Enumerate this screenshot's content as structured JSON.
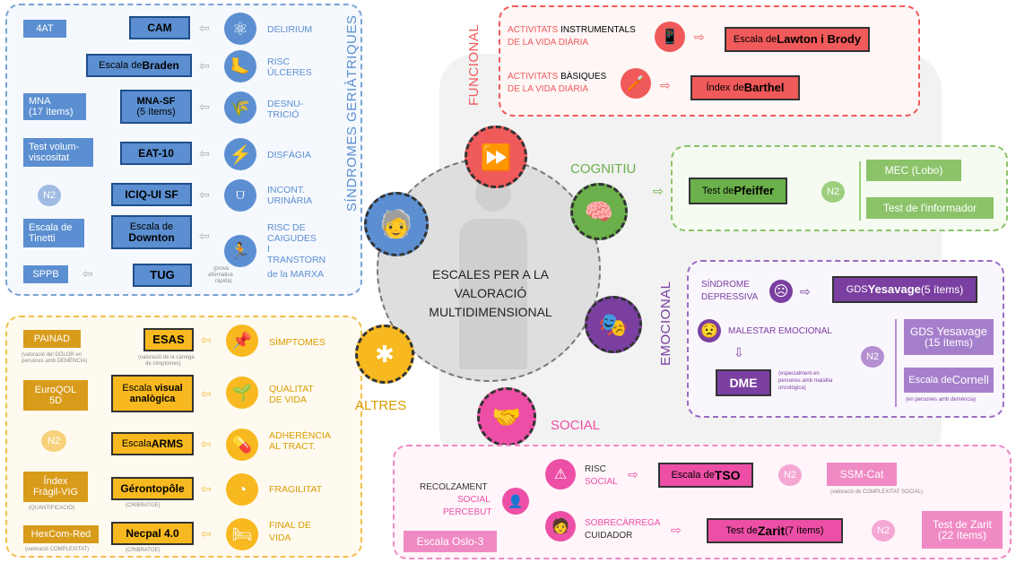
{
  "colors": {
    "blue": "#5b8fd1",
    "darkblue": "#2a5a9a",
    "orange": "#f7b91f",
    "red": "#f05a5a",
    "green": "#6bb04a",
    "purple": "#7a3fa0",
    "pink": "#ee4fa6",
    "grey": "#c8c8c8"
  },
  "center": {
    "line1": "ESCALES PER A LA",
    "line2": "VALORACIÓ",
    "line3": "MULTIDIMENSIONAL"
  },
  "sections": {
    "sindromes": "SÍNDROMES GERIÀTRIQUES",
    "funcional": "FUNCIONAL",
    "cognitiu": "COGNITIU",
    "emocional": "EMOCIONAL",
    "social": "SOCIAL",
    "altres": "ALTRES"
  },
  "sindromes": {
    "r1": {
      "b1": "4AT",
      "b2": "CAM",
      "label": "DELIRIUM",
      "icon": "atom-icon"
    },
    "r2": {
      "b2a": "Escala de ",
      "b2b": "Braden",
      "label1": "RISC",
      "label2": "ÚLCERES",
      "icon": "foot-icon"
    },
    "r3": {
      "b1a": "MNA",
      "b1b": "(17 ítems)",
      "b2a": "MNA-SF",
      "b2b": "(5 ítems)",
      "label1": "DESNU-",
      "label2": "TRICIÓ",
      "icon": "wheat-icon"
    },
    "r4": {
      "b1a": "Test volum-",
      "b1b": "viscositat",
      "b2": "EAT-10",
      "label": "DISFÀGIA",
      "icon": "lightning-icon"
    },
    "r5": {
      "n2": "N2",
      "b2": "ICIQ-UI SF",
      "label1": "INCONT.",
      "label2": "URINÀRIA",
      "icon": "diaper-icon"
    },
    "r6": {
      "b1a": "Escala de",
      "b1b": "Tinetti",
      "b2a": "Escala de",
      "b2b": "Downton",
      "label1": "RISC DE",
      "label2": "CAIGUDES",
      "label3": "I",
      "label4": "TRANSTORN",
      "label5": "de la MARXA",
      "icon": "falling-person-icon"
    },
    "r7": {
      "b1": "SPPB",
      "b2": "TUG",
      "note1": "(prova",
      "note2": "alternativa",
      "note3": "ràpida)"
    }
  },
  "altres": {
    "r1": {
      "b1": "PAINAD",
      "note1": "(valoració del DOLOR en",
      "note2": "persones amb DEMÈNCIA)",
      "b2": "ESAS",
      "note3": "(valoració de la càrrega",
      "note4": "de símptomes)",
      "label": "SÍMPTOMES",
      "icon": "pin-icon"
    },
    "r2": {
      "b1a": "EuroQOL",
      "b1b": "5D",
      "b2a": "Escala ",
      "b2b": "visual",
      "b2c": "analògica",
      "label1": "QUALITAT",
      "label2": "DE VIDA",
      "icon": "plant-hand-icon"
    },
    "r3": {
      "n2": "N2",
      "b2a": "Escala ",
      "b2b": "ARMS",
      "label1": "ADHERÈNCIA",
      "label2": "AL TRACT.",
      "icon": "pills-icon"
    },
    "r4": {
      "b1a": "Índex",
      "b1b": "Fràgil-VIG",
      "note1": "(QUANTIFICACIÓ)",
      "b2": "Gérontopôle",
      "note2": "(CRIBRATGE)",
      "label": "FRAGILITAT",
      "icon": "gauge-icon"
    },
    "r5": {
      "b1": "HexCom-Red",
      "note1": "(valoració COMPLEXITAT)",
      "b2": "Necpal 4.0",
      "note2": "(CRIBRATGE)",
      "label1": "FINAL DE",
      "label2": "VIDA",
      "icon": "bed-icon"
    }
  },
  "funcional": {
    "r1": {
      "l1a": "ACTIVITATS ",
      "l1b": "INSTRUMENTALS",
      "l2": "DE LA VIDA DIÀRIA",
      "ba": "Escala de ",
      "bb": "Lawton i Brody",
      "icon": "phone-icon"
    },
    "r2": {
      "l1a": "ACTIVITATS ",
      "l1b": "BÀSIQUES",
      "l2": "DE LA VIDA DIÀRIA",
      "ba": "Índex de ",
      "bb": "Barthel",
      "icon": "toothbrush-icon"
    }
  },
  "cognitiu": {
    "ba": "Test de ",
    "bb": "Pfeiffer",
    "n2": "N2",
    "o1": "MEC (Lobo)",
    "o2": "Test de l'informador"
  },
  "emocional": {
    "l1": "SÍNDROME",
    "l2": "DEPRESSIVA",
    "b1a": "GDS ",
    "b1b": "Yesavage",
    "b1c": " (5 ítems)",
    "l3": "MALESTAR EMOCIONAL",
    "dme": "DME",
    "dme_note1": "(especialment en",
    "dme_note2": "persones amb malaltia",
    "dme_note3": "oncològica)",
    "n2": "N2",
    "o1a": "GDS ",
    "o1b": "Yesavage",
    "o1c": "(15 ítems)",
    "o2a": "Escala de ",
    "o2b": "Cornell",
    "o2note": "(en persones amb demència)"
  },
  "social": {
    "l1a": "RECOLZAMENT",
    "l1b": "SOCIAL",
    "l1c": "PERCEBUT",
    "oslo": "Escala Oslo-3",
    "r1a": "RISC",
    "r1b": "SOCIAL",
    "tsoa": "Escala de ",
    "tsob": "TSO",
    "n2a": "N2",
    "ssm": "SSM-Cat",
    "ssm_note": "(valoració de COMPLEXITAT SOCIAL)",
    "r2a": "SOBRECÀRREGA",
    "r2b": "CUIDADOR",
    "zarita": "Test de ",
    "zaritb": "Zarit",
    "zaritc": " (7 ítems)",
    "n2b": "N2",
    "z22a": "Test de Zarit",
    "z22b": "(22 ítems)"
  }
}
